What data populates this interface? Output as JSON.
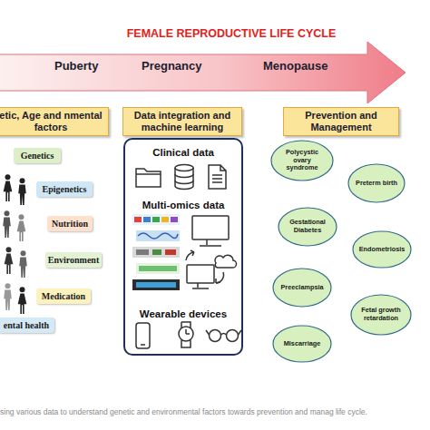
{
  "diagram": {
    "title": "FEMALE REPRODUCTIVE LIFE CYCLE",
    "caption": "sing various data to understand genetic and environmental factors towards prevention and manag life cycle.",
    "nodes": [
      {
        "text": [
          "etic, Age and nmental factors"
        ]
      },
      {
        "text": [
          "Data integration and machine learning"
        ]
      },
      {
        "text": [
          "Prevention and Management"
        ]
      },
      {
        "text": [
          "Genetics"
        ]
      },
      {
        "text": [
          "Epigenetics"
        ]
      },
      {
        "text": [
          "Nutrition"
        ]
      },
      {
        "text": [
          "Environment"
        ]
      },
      {
        "text": [
          "Medication"
        ]
      },
      {
        "text": [
          "ental health"
        ]
      },
      {
        "text": [
          "Clinical data",
          "Multi-omics data",
          "Wearable devices"
        ]
      },
      {
        "text": [
          "Polycystic ovary syndrome"
        ]
      },
      {
        "text": [
          "Preterm birth"
        ]
      },
      {
        "text": [
          "Gestational Diabetes"
        ]
      },
      {
        "text": [
          "Endometriosis"
        ]
      },
      {
        "text": [
          "Preeclampsia"
        ]
      },
      {
        "text": [
          "Fetal growth retardation"
        ]
      },
      {
        "text": [
          "Miscarriage"
        ]
      }
    ],
    "labels": [
      "Puberty",
      "Pregnancy",
      "Menopause"
    ]
  }
}
